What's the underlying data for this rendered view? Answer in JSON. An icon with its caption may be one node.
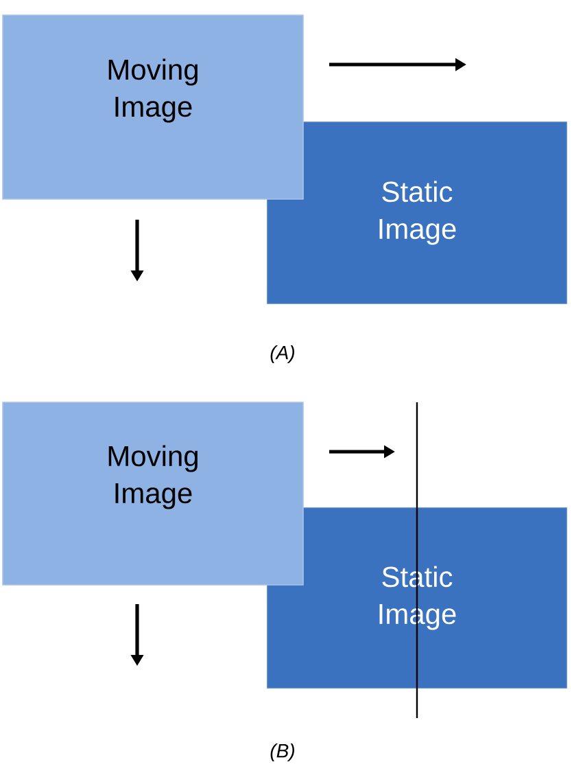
{
  "diagram": {
    "nodes": [
      {
        "text": [
          "Moving Image"
        ]
      },
      {
        "text": [
          "Static Image"
        ]
      },
      {
        "text": [
          "Moving Image"
        ]
      },
      {
        "text": [
          "Static Image"
        ]
      }
    ],
    "labels": [
      "(A)",
      "(B)"
    ]
  }
}
